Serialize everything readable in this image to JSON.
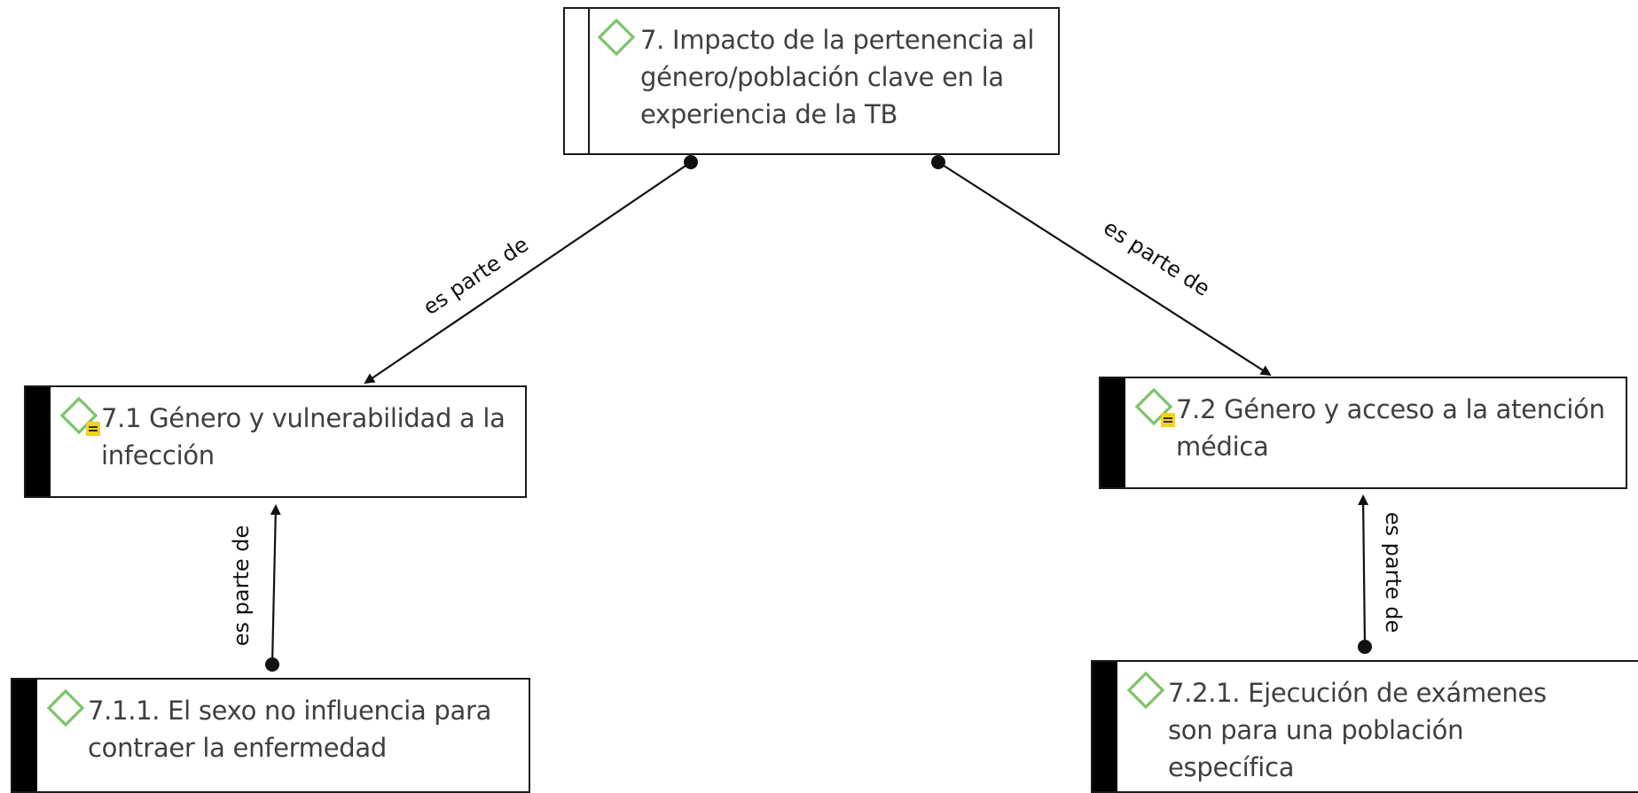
{
  "diagram": {
    "nodes": [
      {
        "id": "n7",
        "label": "7. Impacto de la pertenencia al género/población clave en la experiencia de la TB",
        "has_comment": false
      },
      {
        "id": "n71",
        "label": "7.1 Género y vulnerabilidad a la infección",
        "has_comment": true
      },
      {
        "id": "n72",
        "label": "7.2 Género y acceso a la atención médica",
        "has_comment": true
      },
      {
        "id": "n711",
        "label": "7.1.1. El sexo no influencia para contraer la enfermedad",
        "has_comment": false
      },
      {
        "id": "n721",
        "label": "7.2.1. Ejecución de exámenes son para una población específica",
        "has_comment": false
      }
    ],
    "edges": [
      {
        "from": "n7",
        "to": "n71",
        "label": "es parte de"
      },
      {
        "from": "n7",
        "to": "n72",
        "label": "es parte de"
      },
      {
        "from": "n711",
        "to": "n71",
        "label": "es parte de"
      },
      {
        "from": "n721",
        "to": "n72",
        "label": "es parte de"
      }
    ],
    "colors": {
      "code_icon": "#7cc46a",
      "comment_icon": "#f2d21b",
      "border": "#1a1a1a",
      "text": "#3f3f3f",
      "edge": "#111111"
    }
  }
}
